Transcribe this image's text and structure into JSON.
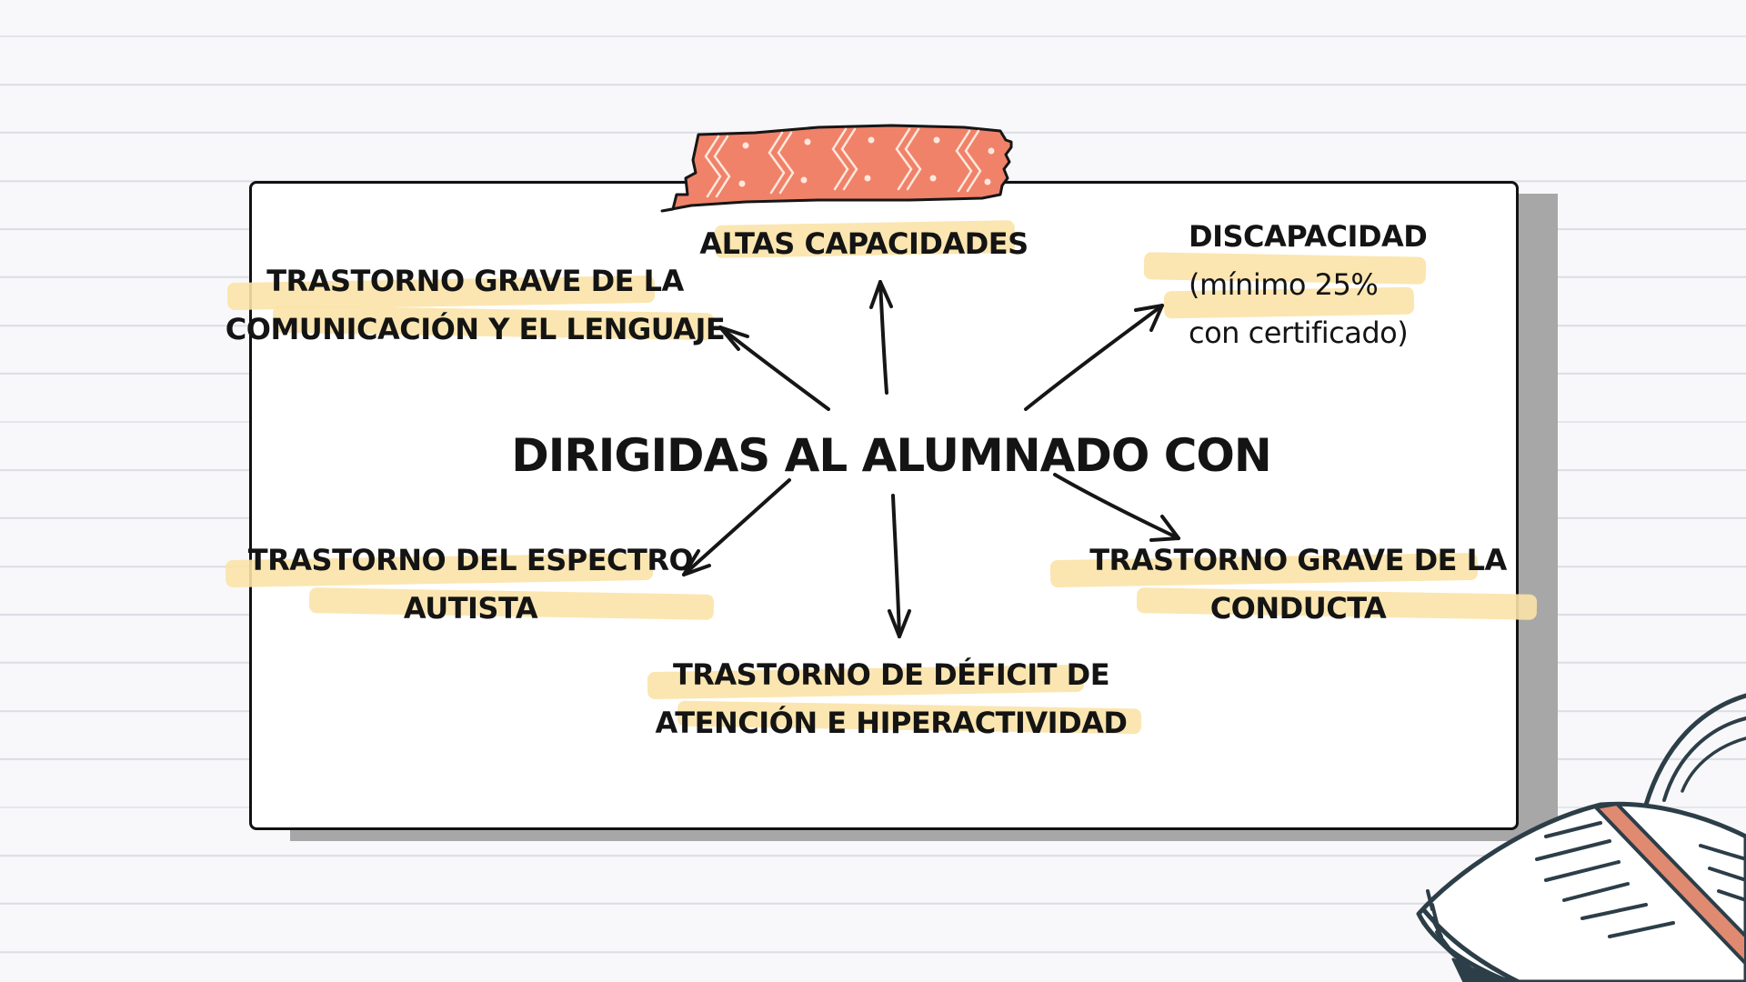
{
  "diagram": {
    "center": "DIRIGIDAS AL ALUMNADO CON",
    "nodes": {
      "altas_capacidades": "ALTAS CAPACIDADES",
      "comunicacion": {
        "line1": "TRASTORNO GRAVE DE LA",
        "line2": "COMUNICACIÓN Y EL LENGUAJE"
      },
      "discapacidad": {
        "line1": "DISCAPACIDAD",
        "line2": "(mínimo 25%",
        "line3": "con certificado)"
      },
      "autista": {
        "line1": "TRASTORNO DEL ESPECTRO",
        "line2": "AUTISTA"
      },
      "conducta": {
        "line1": "TRASTORNO GRAVE DE LA",
        "line2": "CONDUCTA"
      },
      "tdah": {
        "line1": "TRASTORNO DE DÉFICIT DE",
        "line2": "ATENCIÓN E HIPERACTIVIDAD"
      }
    }
  },
  "colors": {
    "highlight": "#fbe3a8",
    "tape": "#f0826a",
    "book_outline": "#2c3e48",
    "bookmark": "#e08a72"
  },
  "icons": {
    "tape": "washi-tape-icon",
    "book": "open-book-icon"
  }
}
